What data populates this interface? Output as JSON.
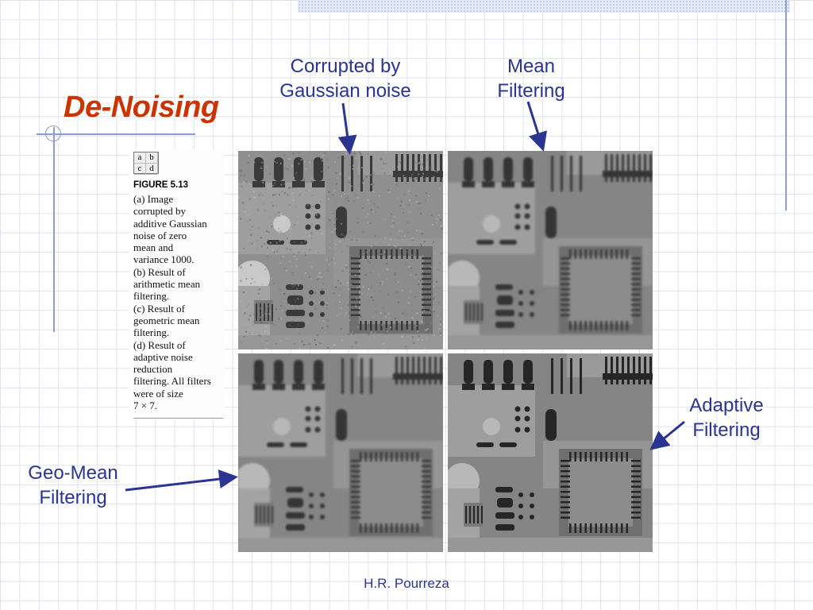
{
  "slide": {
    "title": "De-Noising",
    "footer": "H.R. Pourreza"
  },
  "labels": {
    "corrupted": [
      "Corrupted by",
      "Gaussian noise"
    ],
    "mean": [
      "Mean",
      "Filtering"
    ],
    "adaptive": [
      "Adaptive",
      "Filtering"
    ],
    "geomean": [
      "Geo-Mean",
      "Filtering"
    ]
  },
  "figure": {
    "legend": [
      "a",
      "b",
      "c",
      "d"
    ],
    "title": "FIGURE 5.13",
    "caption_lines": [
      "(a) Image",
      "corrupted by",
      "additive Gaussian",
      "noise of zero",
      "mean and",
      "variance 1000.",
      "(b) Result of",
      "arithmetic mean",
      "filtering.",
      "(c) Result of",
      "geometric mean",
      "filtering.",
      "(d) Result of",
      "adaptive noise",
      "reduction",
      "filtering. All filters",
      "were of size",
      "7 × 7."
    ]
  },
  "colors": {
    "title": "#cc3300",
    "labels": "#2b3490",
    "accent_lines": "#8e9ccf"
  },
  "icons": {
    "arrow": "arrow-icon"
  }
}
